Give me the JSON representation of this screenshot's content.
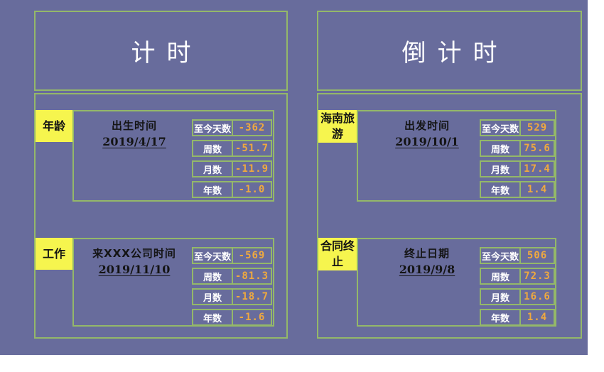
{
  "colors": {
    "purple": "#686c9c",
    "green": "#94b869",
    "yellow": "#f6f54e",
    "orange": "#efa93f",
    "white": "#ffffff",
    "black": "#141414"
  },
  "panels": [
    {
      "title": "计时",
      "sections": [
        {
          "tag": "年龄",
          "event_label": "出生时间",
          "event_date": "2019/4/17",
          "rows": [
            {
              "label": "至今天数",
              "value": "-362"
            },
            {
              "label": "周数",
              "value": "-51.7"
            },
            {
              "label": "月数",
              "value": "-11.9"
            },
            {
              "label": "年数",
              "value": "-1.0"
            }
          ]
        },
        {
          "tag": "工作",
          "event_label": "来XXX公司时间",
          "event_date": "2019/11/10",
          "rows": [
            {
              "label": "至今天数",
              "value": "-569"
            },
            {
              "label": "周数",
              "value": "-81.3"
            },
            {
              "label": "月数",
              "value": "-18.7"
            },
            {
              "label": "年数",
              "value": "-1.6"
            }
          ]
        }
      ]
    },
    {
      "title": "倒计时",
      "sections": [
        {
          "tag": "海南旅游",
          "event_label": "出发时间",
          "event_date": "2019/10/1",
          "rows": [
            {
              "label": "至今天数",
              "value": "529"
            },
            {
              "label": "周数",
              "value": "75.6"
            },
            {
              "label": "月数",
              "value": "17.4"
            },
            {
              "label": "年数",
              "value": "1.4"
            }
          ]
        },
        {
          "tag": "合同终止",
          "event_label": "终止日期",
          "event_date": "2019/9/8",
          "rows": [
            {
              "label": "至今天数",
              "value": "506"
            },
            {
              "label": "周数",
              "value": "72.3"
            },
            {
              "label": "月数",
              "value": "16.6"
            },
            {
              "label": "年数",
              "value": "1.4"
            }
          ]
        }
      ]
    }
  ]
}
